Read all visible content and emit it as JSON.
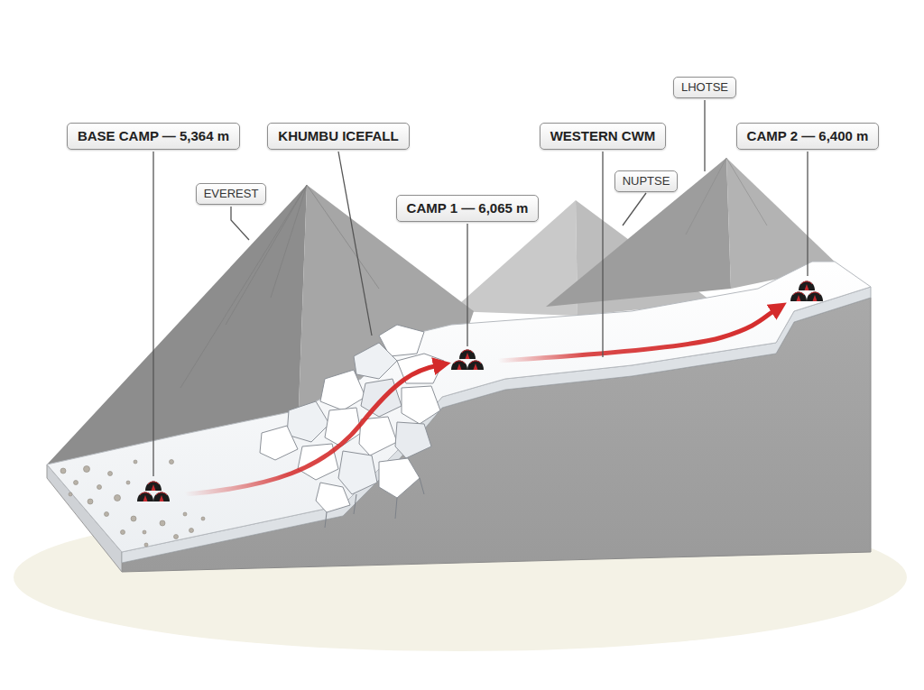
{
  "diagram": {
    "nodes": [
      {
        "text": [
          "BASE CAMP — 5,364 m"
        ]
      },
      {
        "text": [
          "KHUMBU ICEFALL"
        ]
      },
      {
        "text": [
          "WESTERN CWM"
        ]
      },
      {
        "text": [
          "LHOTSE"
        ]
      },
      {
        "text": [
          "CAMP 2 — 6,400 m"
        ]
      },
      {
        "text": [
          "EVEREST"
        ]
      },
      {
        "text": [
          "NUPTSE"
        ]
      },
      {
        "text": [
          "CAMP 1 — 6,065 m"
        ]
      }
    ]
  }
}
